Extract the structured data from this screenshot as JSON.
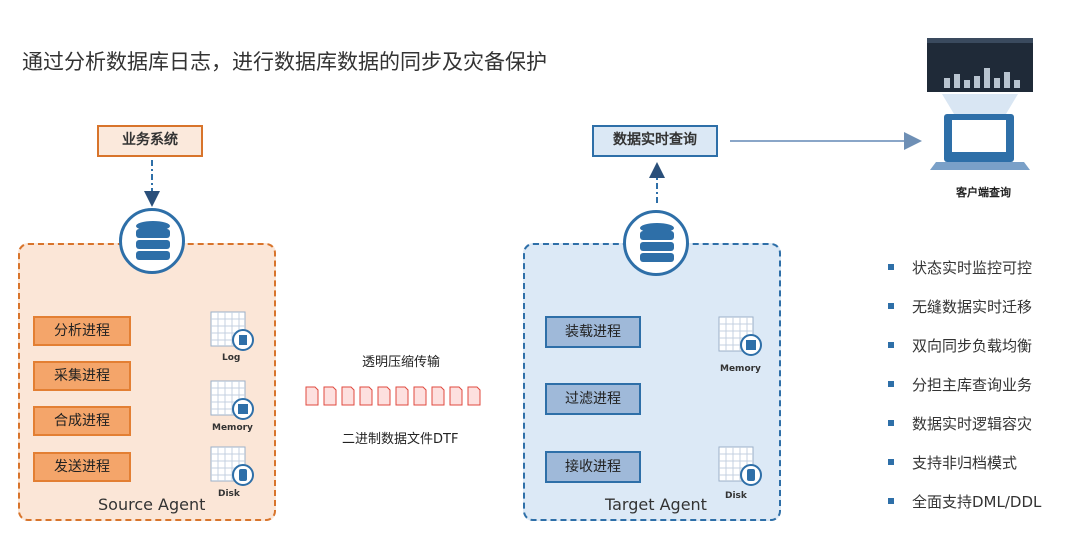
{
  "title": "通过分析数据库日志，进行数据库数据的同步及灾备保护",
  "business_system": "业务系统",
  "realtime_query": "数据实时查询",
  "client_query": "客户端查询",
  "source_agent": {
    "label": "Source Agent",
    "processes": [
      "分析进程",
      "采集进程",
      "合成进程",
      "发送进程"
    ]
  },
  "target_agent": {
    "label": "Target Agent",
    "processes": [
      "装载进程",
      "过滤进程",
      "接收进程"
    ]
  },
  "storage": {
    "log": "Log",
    "memory": "Memory",
    "disk": "Disk"
  },
  "transfer": {
    "top": "透明压缩传输",
    "bottom": "二进制数据文件DTF"
  },
  "features": [
    "状态实时监控可控",
    "无缝数据实时迁移",
    "双向同步负载均衡",
    "分担主库查询业务",
    "数据实时逻辑容灾",
    "支持非归档模式",
    "全面支持DML/DDL"
  ],
  "colors": {
    "orange": "#d8742b",
    "blue": "#2e6fa8",
    "red_arrow": "#e02020",
    "dash_red": "#c8161d",
    "dash_blue": "#2a4f7a"
  }
}
